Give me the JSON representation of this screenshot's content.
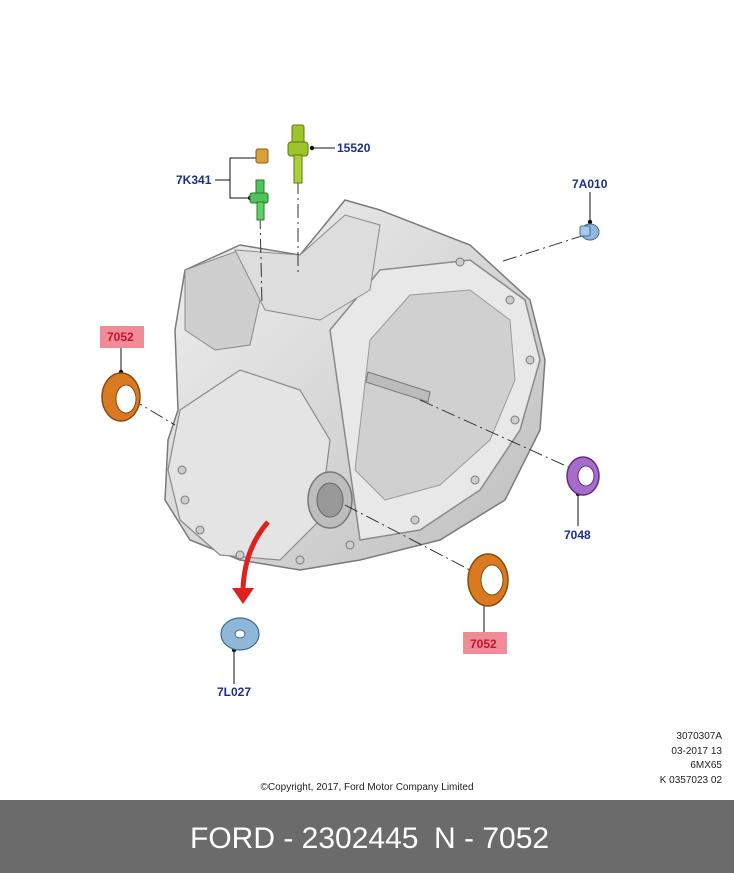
{
  "diagram": {
    "callouts": {
      "c15520": "15520",
      "c7k341": "7K341",
      "c7a010": "7A010",
      "c7052_left": "7052",
      "c7048": "7048",
      "c7052_right": "7052",
      "c7l027": "7L027"
    },
    "colors": {
      "label_text": "#1a2f8c",
      "label_highlight_bg": "#f08c98",
      "seal_orange": "#d97a22",
      "seal_purple": "#9a5fc2",
      "washer_blue": "#8fb8d8",
      "sensor_green": "#9bc52a",
      "arrow_red": "#e0201c",
      "housing_gray": "#d9d9d9"
    }
  },
  "meta": {
    "line1": "3070307A",
    "line2": "03-2017 13",
    "line3": "6MX65",
    "line4": "K 0357023 02"
  },
  "copyright": "©Copyright, 2017, Ford Motor Company Limited",
  "footer": {
    "part": "FORD - 2302445",
    "ref": "N - 7052"
  }
}
